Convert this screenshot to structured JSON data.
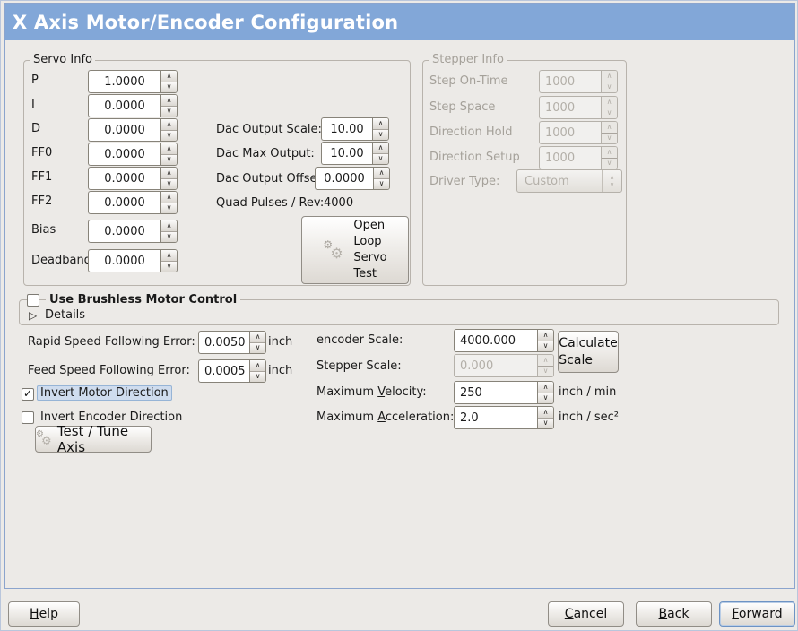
{
  "window": {
    "title": "X Axis Motor/Encoder Configuration"
  },
  "colors": {
    "accent_blue": "#82a7d8",
    "focus_highlight": "#cfdcee",
    "panel_border": "#8ba4cd"
  },
  "icons": {
    "up": "∧",
    "down": "∨",
    "check": "✓",
    "gear": "⚙",
    "expander": "▷"
  },
  "servo_info": {
    "title": "Servo Info",
    "params": [
      {
        "label": "P",
        "value": "1.0000"
      },
      {
        "label": "I",
        "value": "0.0000"
      },
      {
        "label": "D",
        "value": "0.0000"
      },
      {
        "label": "FF0",
        "value": "0.0000"
      },
      {
        "label": "FF1",
        "value": "0.0000"
      },
      {
        "label": "FF2",
        "value": "0.0000"
      },
      {
        "label": "Bias",
        "value": "0.0000"
      },
      {
        "label": "Deadband",
        "value": "0.0000"
      }
    ],
    "dac": [
      {
        "label": "Dac Output Scale:",
        "value": "10.00"
      },
      {
        "label": "Dac Max Output:",
        "value": "10.00"
      },
      {
        "label": "Dac Output Offset:",
        "value": "0.0000"
      }
    ],
    "quad_label": "Quad Pulses / Rev:",
    "quad_value": "4000",
    "open_loop_button": "Open\nLoop\nServo\nTest"
  },
  "stepper_info": {
    "title": "Stepper Info",
    "params": [
      {
        "label": "Step On-Time",
        "value": "1000"
      },
      {
        "label": "Step Space",
        "value": "1000"
      },
      {
        "label": "Direction Hold",
        "value": "1000"
      },
      {
        "label": "Direction Setup",
        "value": "1000"
      }
    ],
    "driver_type_label": "Driver Type:",
    "driver_type_value": "Custom"
  },
  "brushless": {
    "checkbox_label": "Use Brushless Motor Control",
    "details_label": "Details"
  },
  "following_error": {
    "rapid_label": "Rapid Speed Following Error:",
    "rapid_value": "0.0050",
    "rapid_unit": "inch",
    "feed_label": "Feed Speed Following Error:",
    "feed_value": "0.0005",
    "feed_unit": "inch"
  },
  "scales": {
    "encoder_label": "encoder Scale:",
    "encoder_value": "4000.000",
    "calculate_button": "Calculate\nScale",
    "stepper_label": "Stepper Scale:",
    "stepper_value": "0.000",
    "velocity_pre": "Maximum ",
    "velocity_mn": "V",
    "velocity_post": "elocity:",
    "velocity_value": "250",
    "velocity_unit": "inch / min",
    "accel_pre": "Maximum ",
    "accel_mn": "A",
    "accel_post": "cceleration:",
    "accel_value": "2.0",
    "accel_unit": "inch / sec²"
  },
  "direction": {
    "invert_motor": "Invert Motor Direction",
    "invert_encoder": "Invert Encoder Direction",
    "test_tune_button": "Test / Tune Axis"
  },
  "actions": {
    "help_mn": "H",
    "help_rest": "elp",
    "cancel_mn": "C",
    "cancel_rest": "ancel",
    "back_mn": "B",
    "back_rest": "ack",
    "forward_mn": "F",
    "forward_rest": "orward"
  }
}
